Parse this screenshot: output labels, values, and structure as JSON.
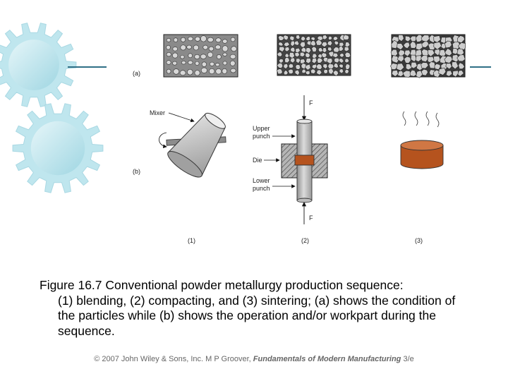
{
  "caption": {
    "line1": "Figure 16.7  Conventional powder metallurgy production sequence:",
    "rest": "(1) blending, (2) compacting, and (3) sintering; (a) shows the condition of the particles while (b) shows the operation and/or workpart during the sequence."
  },
  "footer": {
    "prefix": "© 2007 John Wiley & Sons, Inc.  M P Groover, ",
    "book": "Fundamentals of Modern Manufacturing",
    "suffix": " 3/e"
  },
  "diagram": {
    "row_a": "(a)",
    "row_b": "(b)",
    "col_1": "(1)",
    "col_2": "(2)",
    "col_3": "(3)",
    "mixer": "Mixer",
    "force_top": "F",
    "force_bottom": "F",
    "upper_punch_1": "Upper",
    "upper_punch_2": "punch",
    "die": "Die",
    "lower_punch_1": "Lower",
    "lower_punch_2": "punch"
  },
  "colors": {
    "gear_fill": "#bfe6ee",
    "accent_rule": "#2f6f86",
    "part_copper": "#b5531e"
  }
}
